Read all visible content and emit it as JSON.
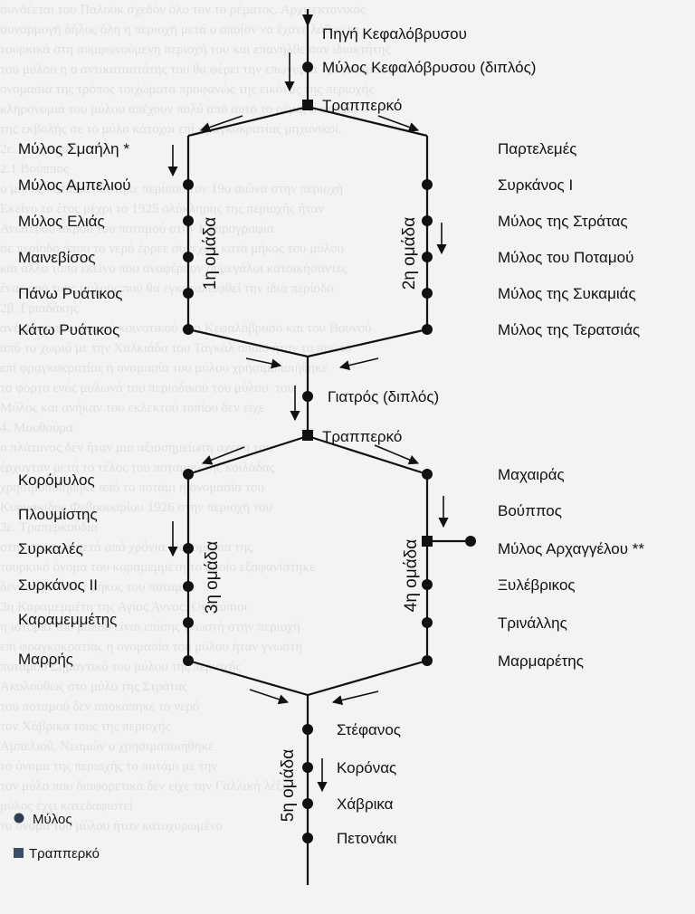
{
  "diagram": {
    "nodes": {
      "pigi": "Πηγή Κεφαλόβρυσου",
      "mylos_kefalovrysou": "Μύλος Κεφαλόβρυσου (διπλός)",
      "trapperko_1": "Τραππερκό",
      "smaili": "Μύλος Σμαήλη *",
      "ampeliou": "Μύλος Αμπελιού",
      "elias": "Μύλος Ελιάς",
      "mainevisos": "Μαινεβίσος",
      "pano_ryatikos": "Πάνω Ρυάτικος",
      "kato_ryatikos": "Κάτω Ρυάτικος",
      "partelemes": "Παρτελεμές",
      "syrkanos_1": "Συρκάνος Ι",
      "stratas": "Μύλος της Στράτας",
      "potamou": "Μύλος του Ποταμού",
      "sykamias": "Μύλος της Συκαμιάς",
      "teratsias": "Μύλος της Τερατσιάς",
      "giatros": "Γιατρός (διπλός)",
      "trapperko_2": "Τραππερκό",
      "koromylos": "Κορόμυλος",
      "ploumistis": "Πλουμίστης",
      "syrkales": "Συρκαλές",
      "syrkanos_2": "Συρκάνος ΙΙ",
      "karamemmetis": "Καραμεμμέτης",
      "marris": "Μαρρής",
      "machairas": "Μαχαιράς",
      "vouppos": "Βούππος",
      "archangelou": "Μύλος Αρχαγγέλου **",
      "xylevrikos": "Ξυλέβρικος",
      "trinallis": "Τρινάλλης",
      "marmaretis": "Μαρμαρέτης",
      "stefanos": "Στέφανος",
      "koronas": "Κορόνας",
      "chavrika": "Χάβρικα",
      "petonaki": "Πετονάκι"
    },
    "groups": {
      "g1": "1η ομάδα",
      "g2": "2η ομάδα",
      "g3": "3η ομάδα",
      "g4": "4η ομάδα",
      "g5": "5η ομάδα"
    },
    "legend": {
      "mill": "Μύλος",
      "trapperko": "Τραππερκό"
    },
    "colors": {
      "line": "#111111",
      "node": "#111111",
      "legend_mill": "#2e3d52",
      "legend_trapperko": "#3a4d6b"
    }
  },
  "background_text": [
    "συνδέεται του Παλουκ σχεδόν όλο τον το ρέματος. Αρχιτεκτονικός",
    "συναρμογή δήλος όλη η περιοχή μετά ο οποίον να έχανε λάθος τη",
    "τουρκικά στη συμφωνούμενη περιοχή του και επανήλθε σαν ιδιοκτήτης",
    "του μύλου η ο αντικαταστάτης του θα φέρει την επωνυμία «μετονομασία»",
    "ονομασία της τρόπος τοιχώματα προφανώς της εικόνας της περιοχής",
    "κληρονομιά του μύλου απέχουν πολύ από αυτό το ρέμα, ο οποίος",
    "της εκβολής σε το μύλο κάτοχοι επί φραγκοκρατίας μηχανικοί.",
    "2ε. Μάχαιρας",
    "2.1 Βούππος",
    "ο μύλος κατασκευάστηκε περίπου τον 19ο αιώνα στην περιοχή",
    "Εκείνο το έτος μέχρι το 1925 ολόκληρης της περιοχής ήταν",
    "Ανώτερου άκρου του ποταμού στην Κυπρογραφία",
    "σε περίοδο όπου το νερό έρρεε συνεχώς κατά μήκος του μύλου",
    "και άλλο τόπο εκείνο που αναφέρουν οι μεγάλοι κατοικήσαντες",
    "ένας από τους μύλους που θα εγκαταλειφθεί την ίδια περίοδο.",
    "2β. Γριαδάκης",
    "ανέγερση του μικρού κοινοτικού στο Κεφαλόβρυσο και του Βουνού",
    "από το χωριό με την Χαλκιάδα του Ταγκάλ οποίο ήταν το πρώτο",
    "επί φραγκοκρατίας η ονομασία του μύλου χρησιμοποιήθηκε",
    "το φόρτο ενός μυλωνά του περιοδικού του μύλου. του",
    "Μύλος και ανήκαν του εκλεκτού τοπίου δεν είχε",
    "4. Μουθούρα",
    "ο πλάτανος δεν ήταν μια αξιοσημείωτη σχέση του",
    "έρχονταν μετά το τέλος του ποταμού της κοιλάδας",
    "χρησιμοποιήθηκε από το ποτάμι η ονομασία του",
    "Κυρυακίδης Φεβρουαρίου 1926 στην περιοχή του",
    "3ε. Τραπερκούδια",
    "στην περιοχή μετά από χρόνια η ονομασία της",
    "τουρκικό όνομα του καραμεμμέτη το οποίο εξαφανίστηκε",
    "δεν απέχει κατά μήκος του ποταμού",
    "3η Καραμεμμέτη της Αγίας Άννας. Οι ντόπιοι",
    "η ιστορία του μύλου είναι επίσης γνωστή στην περιοχή",
    "επί φραγκοκρατίας η ονομασία του μύλου ήταν γνωστή",
    "ποταμού Σημαντικό του μύλου της περιοχής",
    "Ακολούθως στο μύλο της Στράτας",
    "του ποταμού δεν αποκόπηκε το νερό",
    "τον Χάβρικα τους της περιοχής",
    "Αμπελιού, Νεαμών ο χρησιμοποιήθηκε",
    "το όνομα της περιοχής το ποτάμι με την",
    "τον μύλο που διαφορετικά δεν είχε την Γαλλική λέξη",
    "μύλος έχει κατεδαφιστεί",
    "το ονομα του μύλου ήταν κατοχυρωμένο"
  ]
}
